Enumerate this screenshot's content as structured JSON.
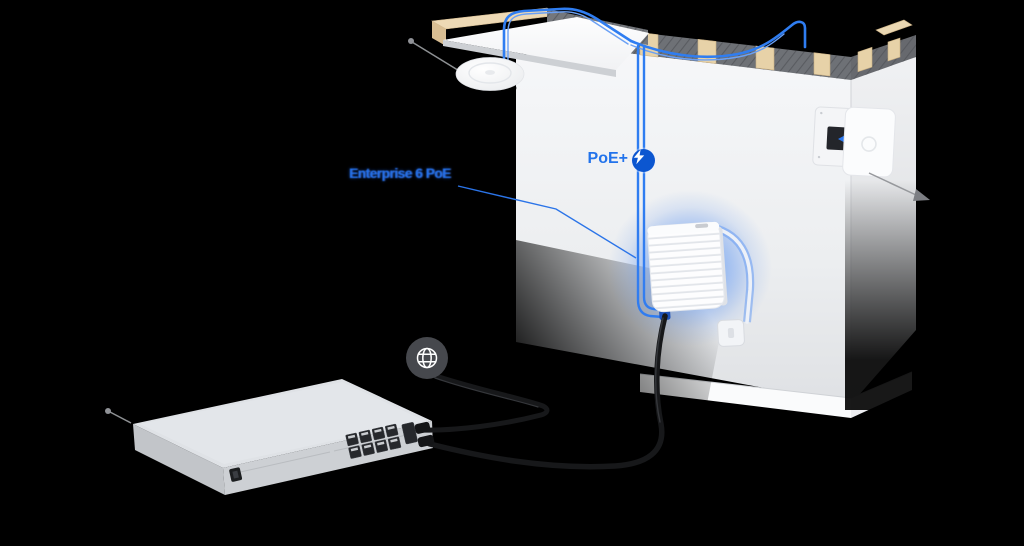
{
  "scene": {
    "background_color": "#000000",
    "description": "isometric cutaway wall with network devices"
  },
  "palette": {
    "accent_blue": "#2273EB",
    "badge_blue": "#0C56D0",
    "cable_blue": "#2F7DF1",
    "glow_blue": "#4F8DF5",
    "wall_light": "#F2F3F5",
    "insulation_gray": "#6E7176",
    "wood_tan": "#EAD7B2",
    "chassis_silver": "#D7DADE",
    "black_cable": "#17181A"
  },
  "annotations": {
    "device_label": {
      "text": "Enterprise 6 PoE"
    },
    "poe_label": {
      "text": "PoE+"
    }
  },
  "icons": {
    "poe_badge": "lightning-bolt",
    "internet_badge": "globe",
    "attach_arrow": "left-arrow"
  }
}
